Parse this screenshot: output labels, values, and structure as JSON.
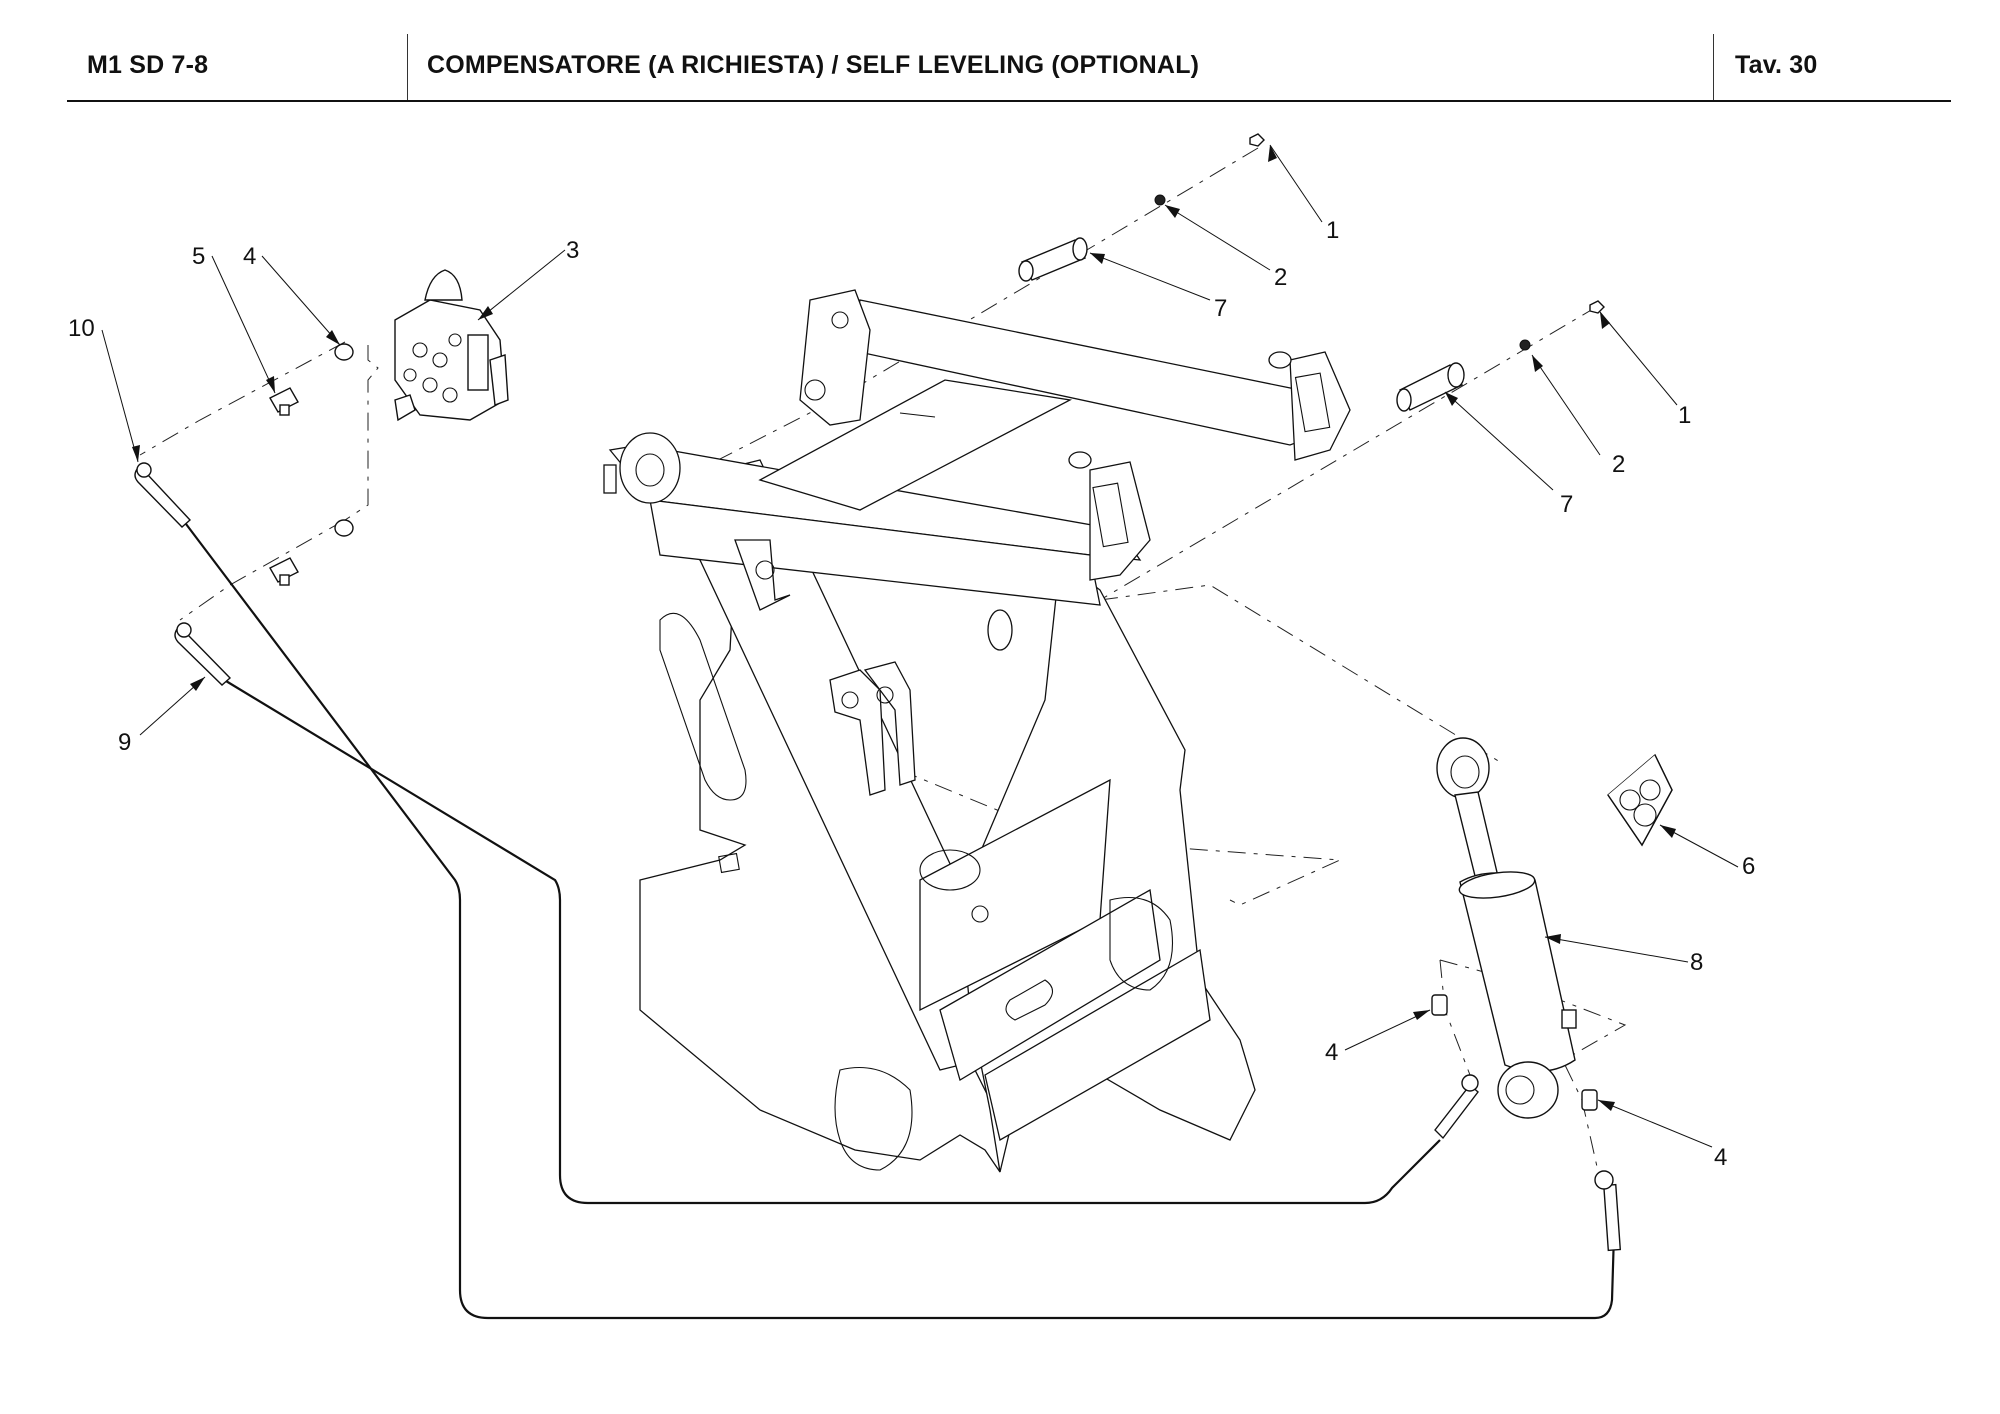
{
  "header": {
    "model": "M1 SD 7-8",
    "title": "COMPENSATORE (A RICHIESTA) / SELF LEVELING (OPTIONAL)",
    "table": "Tav.  30"
  },
  "callouts": [
    {
      "id": "c1a",
      "label": "1",
      "part": "screw"
    },
    {
      "id": "c2a",
      "label": "2",
      "part": "washer"
    },
    {
      "id": "c7a",
      "label": "7",
      "part": "pin"
    },
    {
      "id": "c1b",
      "label": "1",
      "part": "screw"
    },
    {
      "id": "c2b",
      "label": "2",
      "part": "washer"
    },
    {
      "id": "c7b",
      "label": "7",
      "part": "pin"
    },
    {
      "id": "c3",
      "label": "3",
      "part": "valve-block"
    },
    {
      "id": "c4a",
      "label": "4",
      "part": "fitting"
    },
    {
      "id": "c5",
      "label": "5",
      "part": "tee-fitting"
    },
    {
      "id": "c10",
      "label": "10",
      "part": "hose"
    },
    {
      "id": "c9",
      "label": "9",
      "part": "hose"
    },
    {
      "id": "c6",
      "label": "6",
      "part": "wedge"
    },
    {
      "id": "c8",
      "label": "8",
      "part": "leveling-cylinder"
    },
    {
      "id": "c4b",
      "label": "4",
      "part": "fitting"
    },
    {
      "id": "c4c",
      "label": "4",
      "part": "fitting"
    }
  ]
}
